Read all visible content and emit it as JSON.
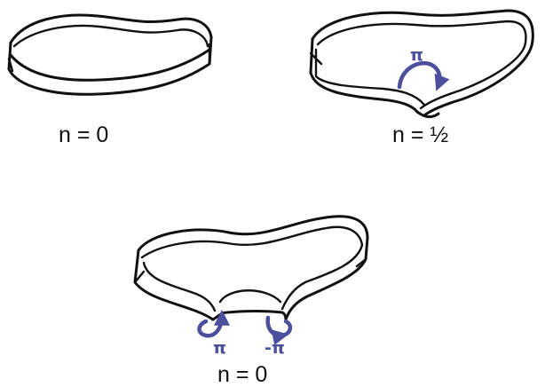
{
  "colors": {
    "ink": "#111111",
    "twist_arrow": "#4b4f9c"
  },
  "panels": {
    "untwisted": {
      "label": "n = 0"
    },
    "half_twist": {
      "label": "n = ½",
      "twist_label": "π"
    },
    "opposite_twists": {
      "label": "n = 0",
      "twist_left_label": "π",
      "twist_right_label": "-π"
    }
  }
}
